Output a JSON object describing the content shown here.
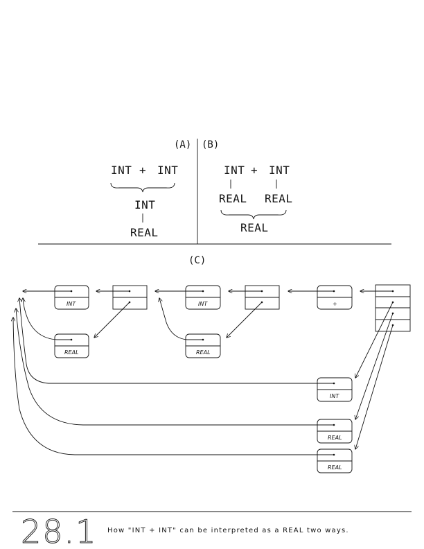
{
  "labels": {
    "panel_a": "(A)",
    "panel_b": "(B)",
    "panel_c": "(C)"
  },
  "panel_a": {
    "left": "INT",
    "plus": "+",
    "right": "INT",
    "result": "INT",
    "coerced": "REAL"
  },
  "panel_b": {
    "left": "INT",
    "plus": "+",
    "right": "INT",
    "left_coerced": "REAL",
    "right_coerced": "REAL",
    "result": "REAL"
  },
  "panel_c": {
    "nodes": {
      "int_1": "INT",
      "real_1": "REAL",
      "int_2": "INT",
      "real_2": "REAL",
      "plus": "+",
      "int_3": "INT",
      "real_3": "REAL",
      "real_4": "REAL"
    }
  },
  "caption": {
    "figure_number": "28.1",
    "text": "How \"INT + INT\" can be interpreted as a REAL two ways."
  }
}
